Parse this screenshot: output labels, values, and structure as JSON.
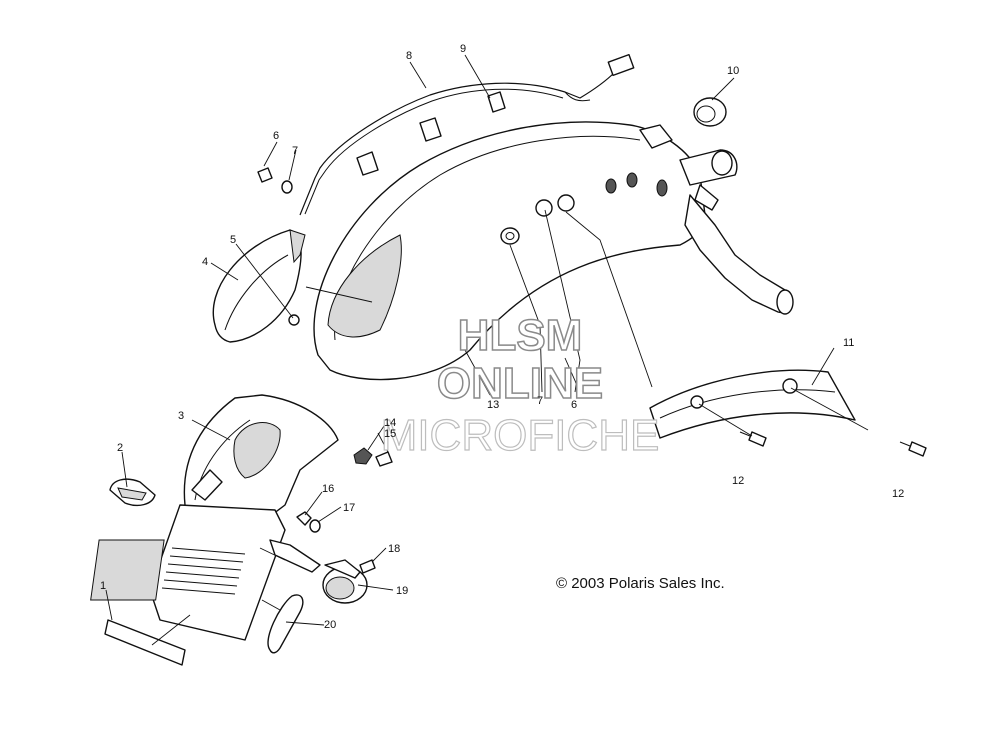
{
  "watermark": {
    "line1": "HLSM",
    "line2": "ONLINE",
    "line3": "MICROFICHE"
  },
  "copyright": "© 2003 Polaris Sales Inc.",
  "callouts": [
    "1",
    "2",
    "3",
    "4",
    "5",
    "6",
    "7",
    "8",
    "9",
    "10",
    "11",
    "12",
    "12",
    "13",
    "14",
    "15",
    "16",
    "17",
    "18",
    "19",
    "20",
    "6",
    "7"
  ]
}
